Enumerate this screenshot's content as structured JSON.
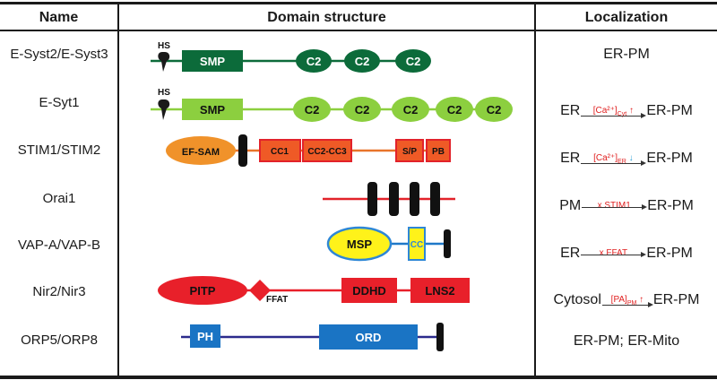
{
  "header": {
    "name": "Name",
    "domain": "Domain structure",
    "localization": "Localization"
  },
  "rows": [
    {
      "name": "E-Syst2/E-Syst3",
      "loc_text": "ER-PM"
    },
    {
      "name": "E-Syt1",
      "loc_from": "ER",
      "loc_cond": "[Ca²⁺]",
      "loc_sub": "Cyt",
      "loc_dir": "↑",
      "loc_to": "ER-PM"
    },
    {
      "name": "STIM1/STIM2",
      "loc_from": "ER",
      "loc_cond": "[Ca²⁺]",
      "loc_sub": "ER",
      "loc_dir": "↓",
      "loc_to": "ER-PM"
    },
    {
      "name": "Orai1",
      "loc_from": "PM",
      "loc_cond": "x STIM1",
      "loc_to": "ER-PM"
    },
    {
      "name": "VAP-A/VAP-B",
      "loc_from": "ER",
      "loc_cond": "x FFAT",
      "loc_to": "ER-PM"
    },
    {
      "name": "Nir2/Nir3",
      "loc_from": "Cytosol",
      "loc_cond": "[PA]",
      "loc_sub": "PM",
      "loc_dir": "↑",
      "loc_to": "ER-PM"
    },
    {
      "name": "ORP5/ORP8",
      "loc_text": "ER-PM; ER-Mito"
    }
  ],
  "domains": {
    "hs": "HS",
    "smp": "SMP",
    "c2": "C2",
    "ef_sam": "EF-SAM",
    "cc1": "CC1",
    "cc2_cc3": "CC2-CC3",
    "sp": "S/P",
    "pb": "PB",
    "msp": "MSP",
    "cc": "CC",
    "pitp": "PITP",
    "ffat": "FFAT",
    "ddhd": "DDHD",
    "lns2": "LNS2",
    "ph": "PH",
    "ord": "ORD"
  },
  "colors": {
    "esyt23": "#0c6b3a",
    "esyt1": "#8ccf3f",
    "stim_line": "#e8742a",
    "stim_box": "#ef5a26",
    "stim_border": "#e2222a",
    "ef_sam": "#f0922a",
    "orai_line": "#e2222a",
    "vap_line": "#1f78c8",
    "msp_fill": "#fff21a",
    "msp_border": "#2e87d6",
    "nir": "#e8202a",
    "orp_line": "#2b2a8c",
    "orp_box": "#1a74c4",
    "tm": "#111111"
  }
}
